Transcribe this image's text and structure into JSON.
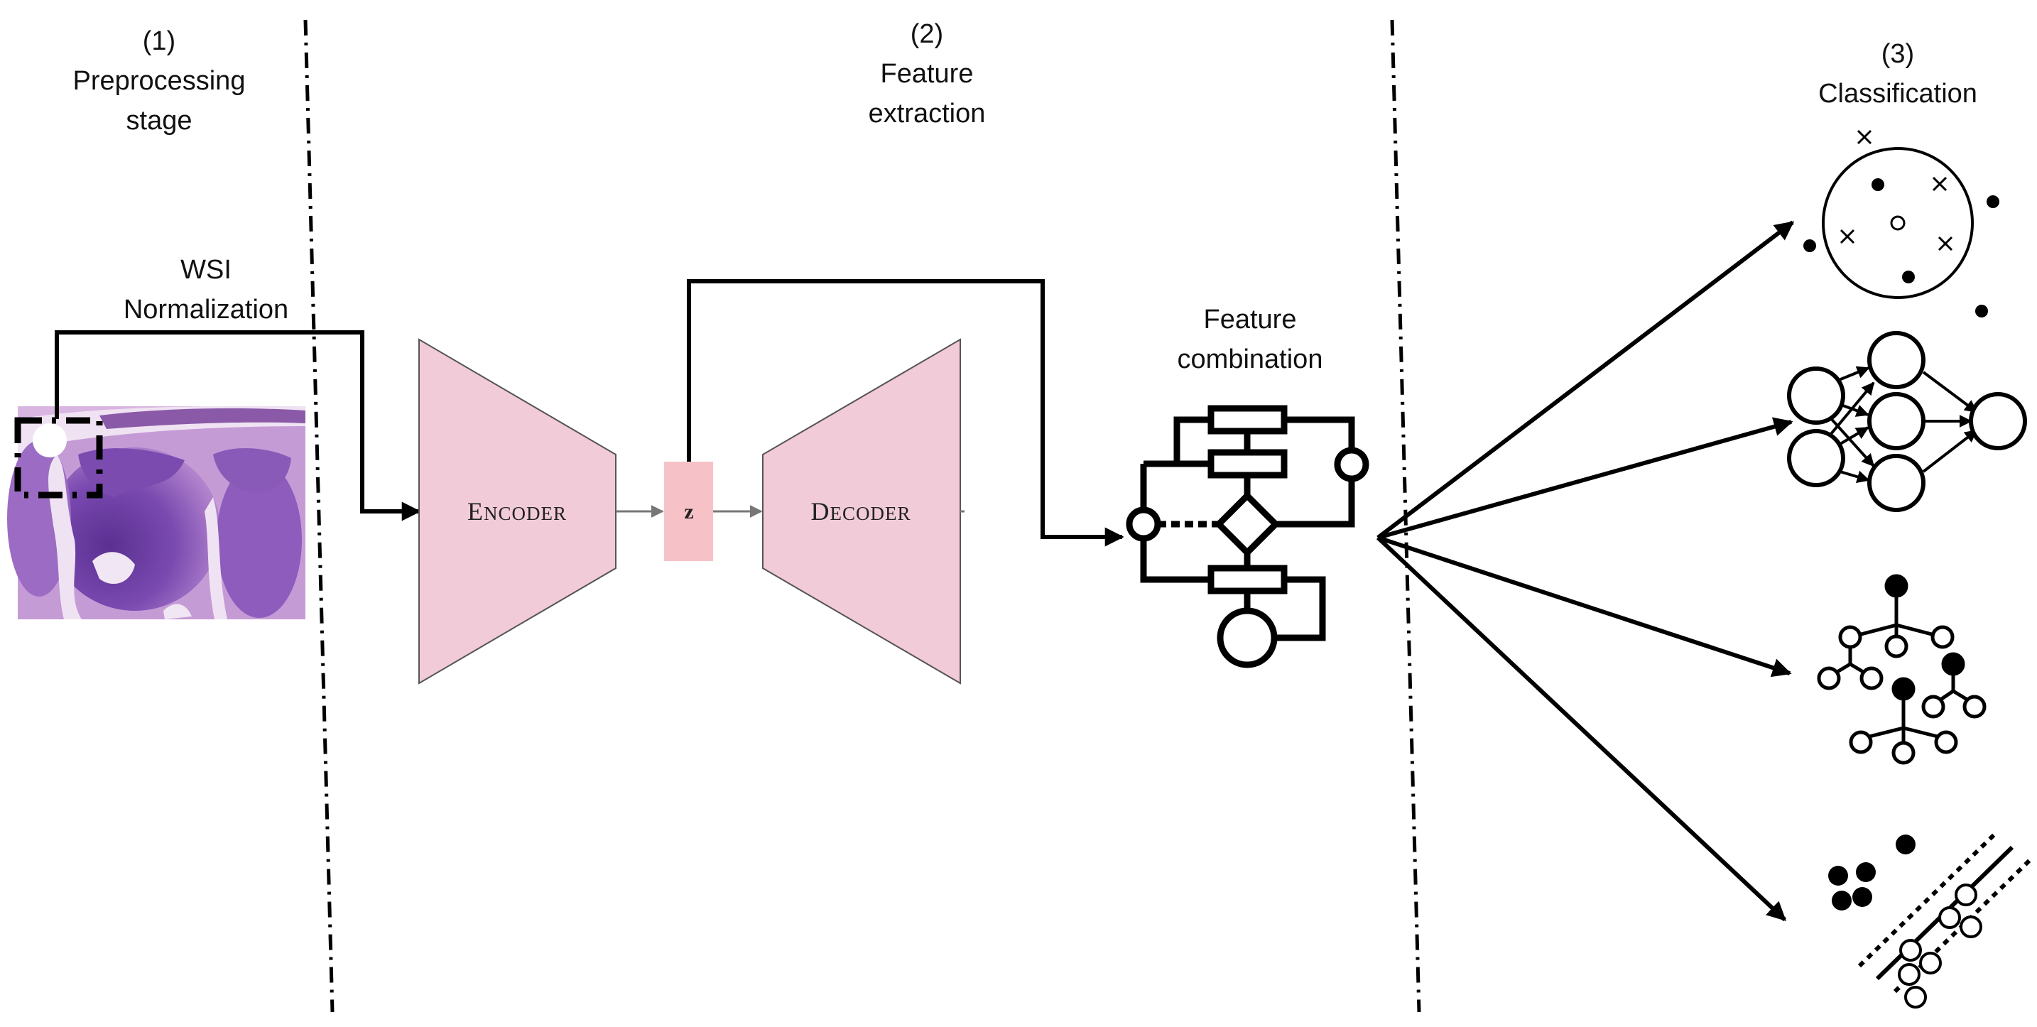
{
  "stages": {
    "preprocessing": {
      "number": "(1)",
      "line1": "Preprocessing",
      "line2": "stage"
    },
    "feature_extraction": {
      "number": "(2)",
      "line1": "Feature",
      "line2": "extraction"
    },
    "classification": {
      "number": "(3)",
      "line1": "Classification"
    }
  },
  "wsi_label": {
    "line1": "WSI",
    "line2": "Normalization"
  },
  "autoencoder": {
    "encoder": {
      "first": "E",
      "rest": "NCODER"
    },
    "latent": "z",
    "decoder": {
      "first": "D",
      "rest": "ECODER"
    }
  },
  "feature_combination": {
    "line1": "Feature",
    "line2": "combination"
  },
  "colors": {
    "trapezoid_fill": "#f2cbd8",
    "trapezoid_stroke": "#555555",
    "latent_fill": "#f7c2c7",
    "tissue_dark": "#6a3f9e",
    "tissue_light": "#c69ad8",
    "line": "#000000",
    "thin_arrow": "#777777"
  },
  "icons": [
    "wsi-tissue-image",
    "knn-icon",
    "neural-network-icon",
    "random-forest-icon",
    "svm-icon"
  ]
}
